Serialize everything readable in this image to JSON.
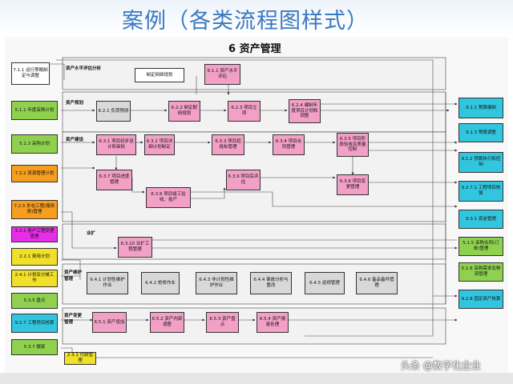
{
  "slide_title": "案例（各类流程图样式）",
  "diagram_title": "6  资产管理",
  "sections": {
    "eval": "资产水平评估分析",
    "plan": "资产规划",
    "build": "资产建设",
    "expand": "业扩",
    "maint": "资产维护管理",
    "change": "资产变更管理"
  },
  "nodes": {
    "n611": "6.1.1 资产水平评估",
    "net": "制定网络规划",
    "n621": "6.2.1 负荷预测",
    "n622": "6.2.2 制定配网规划",
    "n623": "6.2.3 项目立项",
    "n624": "6.2.4 编制年度项目计划和调整",
    "n631": "6.3.1 项目初步设计和审批",
    "n632": "6.3.2 项目详细计划制定",
    "n633": "6.3.3 项目招投标管理",
    "n634": "6.3.4 项目合同管理",
    "n635": "6.3.5 项目阶段验收及质量控制",
    "n637": "6.3.7 项目进度管理",
    "n639": "6.3.9 项目后评估",
    "n636": "6.3.6 项目变更管理",
    "n638": "6.3.8 项目竣工验收、投产",
    "n6310": "6.3.10 业扩工程管理",
    "n641": "6.4.1 计划性维护作业",
    "n642": "6.4.2 抢修作业",
    "n643": "6.4.3 非计划性维护作业",
    "n644": "6.4.4 事故分析与整改",
    "n645": "6.4.5 巡视管理",
    "n646": "6.4.6 备品备件管理",
    "n651": "6.5.1 资产增加",
    "n652": "6.5.2 资产内部调整",
    "n653": "6.5.3 资产盘点",
    "n654": "6.5.4 资产报废处理",
    "l711": "7.1.1 运行策略制定与调整",
    "l511": "5.1.1 年度采购计划",
    "l513": "5.1.3 采购计划",
    "l722": "7.2.2 资源管理计划",
    "l725": "7.2.5 外包工程(服务费)管理",
    "l3xx": "3.2.1 客户工程受理管理",
    "l221": "2.2.1 费用计划",
    "l241": "2.4.1 计划及分摊工作",
    "l535": "5.3.5 盘点",
    "l927": "9.2.7 工程项目核算",
    "l537": "5.3.7 报废",
    "b231": "2.3.1 付款管理",
    "r911": "9.1.1 预算编制",
    "r913": "9.1.3 预算调整",
    "r912": "9.1.2 预算执行和控制",
    "r9271": "9.2.7.1 工程项目核算",
    "r931": "9.3.1 资金管理",
    "r515": "5.1.5 采购合同(订单)管理",
    "r5x": "5.1.6 采购需求及物资管理",
    "r928": "9.2.8 固定资产核算"
  },
  "watermark": "头条 @数字化企业"
}
